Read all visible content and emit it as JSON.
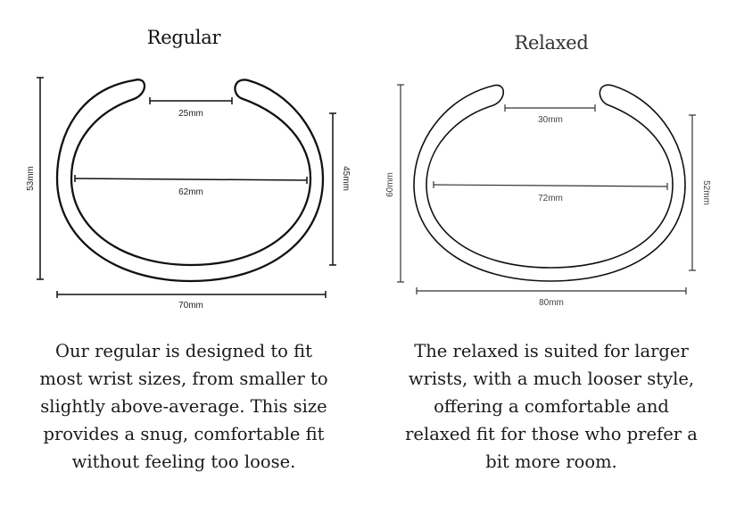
{
  "panels": [
    {
      "title": "Regular",
      "gap_label": "25mm",
      "inner_width_label": "62mm",
      "outer_height_label": "53mm",
      "inner_height_label": "45mm",
      "outer_width_label": "70mm",
      "description_lines": [
        "Our regular is designed to fit",
        "most wrist sizes, from smaller to",
        "slightly above-average. This size",
        "provides a snug, comfortable fit",
        "without feeling too loose."
      ]
    },
    {
      "title": "Relaxed",
      "gap_label": "30mm",
      "inner_width_label": "72mm",
      "outer_height_label": "60mm",
      "inner_height_label": "52mm",
      "outer_width_label": "80mm",
      "description_lines": [
        "The relaxed is suited for larger",
        "wrists, with a much looser style,",
        "offering a comfortable and",
        "relaxed fit for those who prefer a",
        "bit more room."
      ]
    }
  ],
  "colors": {
    "stroke": "#111111",
    "text": "#1a1a1a",
    "background": "#ffffff"
  }
}
